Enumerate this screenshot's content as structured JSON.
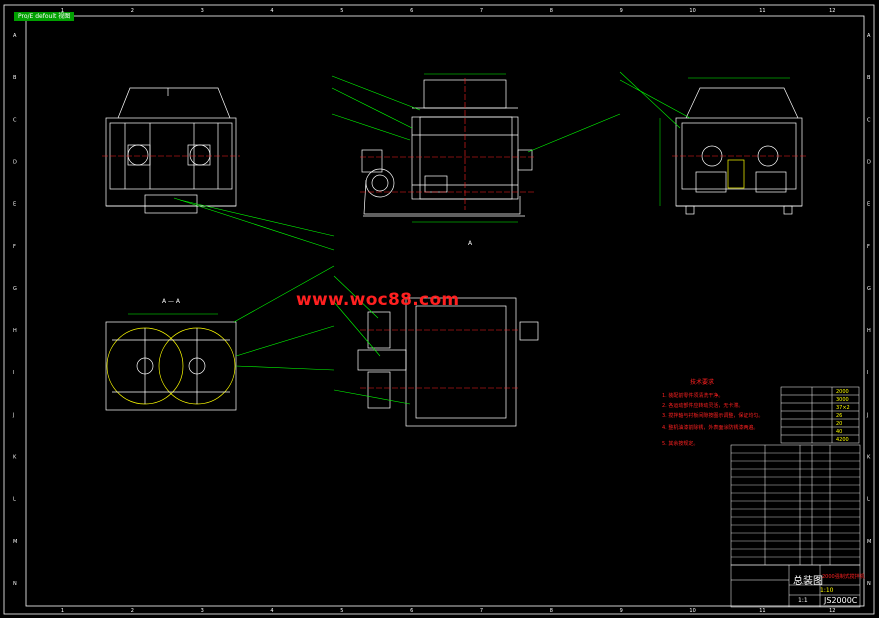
{
  "toolbar": {
    "badge_label": "Pro/E  defoult  视图"
  },
  "watermark": "www.woc88.com",
  "section_label": "A — A",
  "view_mark": "A",
  "notes": {
    "title": "技术要求",
    "lines": [
      "1. 装配前零件须清洗干净。",
      "2. 各运动部件应转动灵活，无卡滞。",
      "3. 搅拌轴与衬板间隙按图示调整，保证均匀。",
      "4. 整机油漆前除锈，外表面涂防锈漆两遍。",
      "5. 其余按规定。"
    ]
  },
  "spec_table": {
    "values": [
      "2000",
      "3000",
      "37×2",
      "26",
      "20",
      "40",
      "4200"
    ]
  },
  "title_block": {
    "title": "总装图",
    "subtitle": "2000强制式搅拌机",
    "drawing_no": "JS2000C",
    "scale": "1:10",
    "sheet": "1:1"
  },
  "frame": {
    "col_labels": [
      "1",
      "2",
      "3",
      "4",
      "5",
      "6",
      "7",
      "8",
      "9",
      "10",
      "11",
      "12"
    ],
    "row_labels": [
      "A",
      "B",
      "C",
      "D",
      "E",
      "F",
      "G",
      "H",
      "I",
      "J",
      "K",
      "L",
      "M",
      "N"
    ]
  },
  "colors": {
    "frame": "#ffffff",
    "leader": "#00ff00",
    "dim": "#00ff00",
    "hidden": "#ff2020",
    "part": "#ffffff",
    "highlight": "#ffff00"
  }
}
